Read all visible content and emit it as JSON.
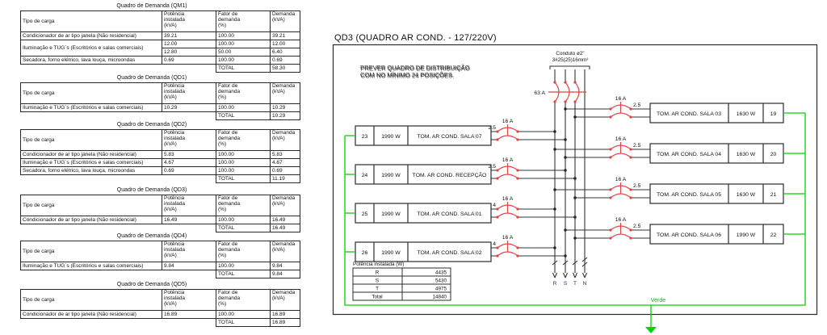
{
  "total_label": "TOTAL",
  "headers": {
    "tipo": "Tipo de carga",
    "potencia": "Potência\ninstalada\n(kVA)",
    "fator": "Fator de\ndemanda\n(%)",
    "demanda": "Demanda\n(kVA)"
  },
  "demand_tables": [
    {
      "title": "Quadro de Demanda (QM1)",
      "rows": [
        [
          "Condicionador de ar tipo janela (Não residencial)",
          "39.21",
          "100.00",
          "39.21"
        ],
        [
          "Iluminação e TUG´s (Escritórios e salas comerciais)",
          "12.00",
          "100.00",
          "12.00"
        ],
        [
          "",
          "12.80",
          "50.00",
          "6.40"
        ],
        [
          "Secadora, forno elétrico, lava louça, microondas",
          "0.69",
          "100.00",
          "0.69"
        ]
      ],
      "total": "58.30"
    },
    {
      "title": "Quadro de Demanda (QD1)",
      "rows": [
        [
          "Iluminação e TUG´s (Escritórios e salas comerciais)",
          "10.29",
          "100.00",
          "10.29"
        ]
      ],
      "total": "10.29"
    },
    {
      "title": "Quadro de Demanda (QD2)",
      "rows": [
        [
          "Condicionador de ar tipo janela (Não residencial)",
          "5.83",
          "100.00",
          "5.83"
        ],
        [
          "Iluminação e TUG´s (Escritórios e salas comerciais)",
          "4.67",
          "100.00",
          "4.67"
        ],
        [
          "Secadora, forno elétrico, lava louça, microondas",
          "0.69",
          "100.00",
          "0.69"
        ]
      ],
      "total": "11.19"
    },
    {
      "title": "Quadro de Demanda (QD3)",
      "rows": [
        [
          "Condicionador de ar tipo janela (Não residencial)",
          "16.49",
          "100.00",
          "16.49"
        ]
      ],
      "total": "16.49"
    },
    {
      "title": "Quadro de Demanda (QD4)",
      "rows": [
        [
          "Iluminação e TUG´s (Escritórios e salas comerciais)",
          "9.84",
          "100.00",
          "9.84"
        ]
      ],
      "total": "9.84"
    },
    {
      "title": "Quadro de Demanda (QD5)",
      "rows": [
        [
          "Condicionador de ar tipo janela (Não residencial)",
          "16.89",
          "100.00",
          "16.89"
        ]
      ],
      "total": "16.89"
    }
  ],
  "panel": {
    "title": "QD3 (QUADRO AR COND. - 127/220V)",
    "note_line1": "PREVER QUADRO DE DISTRIBUIÇÃO",
    "note_line2": "COM NO MÍNIMO 24 POSIÇÕES.",
    "feeder": {
      "conduit_line1": "Conduto ø2\"",
      "conduit_line2": "3#25(25)16mm²",
      "breaker_rating": "63 A"
    },
    "phase_labels": [
      "R",
      "S",
      "T",
      "N"
    ],
    "left_circuits": [
      {
        "num": "23",
        "power": "1990 W",
        "desc": "TOM. AR COND. SALA 07",
        "breaker": "16 A",
        "wire": "2.5"
      },
      {
        "num": "24",
        "power": "1990 W",
        "desc": "TOM. AR COND. RECEPÇÃO",
        "breaker": "16 A",
        "wire": "2.5"
      },
      {
        "num": "25",
        "power": "1990 W",
        "desc": "TOM. AR COND. SALA 01",
        "breaker": "16 A",
        "wire": "4"
      },
      {
        "num": "26",
        "power": "1990 W",
        "desc": "TOM. AR COND. SALA 02",
        "breaker": "16 A",
        "wire": "4"
      }
    ],
    "right_circuits": [
      {
        "desc": "TOM. AR COND. SALA 03",
        "power": "1630 W",
        "num": "19",
        "breaker": "16 A",
        "wire": "2.5"
      },
      {
        "desc": "TOM. AR COND. SALA 04",
        "power": "1630 W",
        "num": "20",
        "breaker": "16 A",
        "wire": "2.5"
      },
      {
        "desc": "TOM. AR COND. SALA 05",
        "power": "1630 W",
        "num": "21",
        "breaker": "16 A",
        "wire": "2.5"
      },
      {
        "desc": "TOM. AR COND. SALA 06",
        "power": "1990 W",
        "num": "22",
        "breaker": "16 A",
        "wire": "2.5"
      }
    ],
    "installed_power": {
      "title": "Potência instalada (W)",
      "rows": [
        [
          "R",
          "4435"
        ],
        [
          "S",
          "5430"
        ],
        [
          "T",
          "4975"
        ],
        [
          "Total",
          "14840"
        ]
      ]
    },
    "ground_label": "Verde",
    "colors": {
      "breaker_red": "#e04545",
      "ground_green": "#00d400",
      "wire": "#333333"
    }
  }
}
